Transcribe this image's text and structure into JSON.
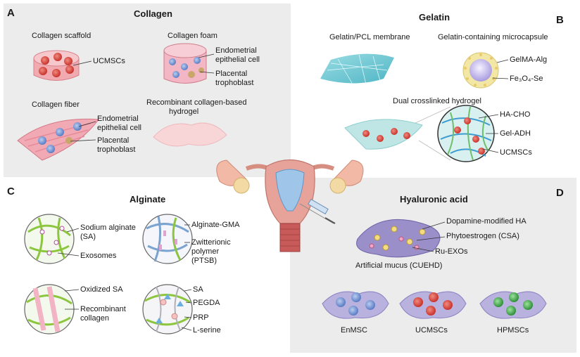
{
  "panel_a": {
    "letter": "A",
    "title": "Collagen",
    "collagen_scaffold": "Collagen scaffold",
    "collagen_foam": "Collagen foam",
    "ucmscs": "UCMSCs",
    "endometrial_epithelial_cell_1": "Endometrial",
    "endometrial_epithelial_cell_2": "epithelial cell",
    "placental_trophoblast_1": "Placental",
    "placental_trophoblast_2": "trophoblast",
    "collagen_fiber": "Collagen fiber",
    "fiber_endometrial_1": "Endometrial",
    "fiber_endometrial_2": "epithelial cell",
    "fiber_placental_1": "Placental",
    "fiber_placental_2": "trophoblast",
    "recombinant_1": "Recombinant collagen-based",
    "recombinant_2": "hydrogel"
  },
  "panel_b": {
    "letter": "B",
    "title": "Gelatin",
    "pcl_membrane": "Gelatin/PCL membrane",
    "microcapsule": "Gelatin-containing microcapsule",
    "gelma_alg": "GelMA-Alg",
    "fe3o4_se": "Fe₃O₄-Se",
    "dual_hydrogel": "Dual crosslinked hydrogel",
    "ha_cho": "HA-CHO",
    "gel_adh": "Gel-ADH",
    "ucmscs": "UCMSCs"
  },
  "panel_c": {
    "letter": "C",
    "title": "Alginate",
    "sodium_alginate_1": "Sodium alginate",
    "sodium_alginate_2": "(SA)",
    "exosomes": "Exosomes",
    "alginate_gma": "Alginate-GMA",
    "zwitterionic_1": "Zwitterionic",
    "zwitterionic_2": "polymer",
    "zwitterionic_3": "(PTSB)",
    "oxidized_sa": "Oxidized SA",
    "recombinant_collagen_1": "Recombinant",
    "recombinant_collagen_2": "collagen",
    "sa": "SA",
    "pegda": "PEGDA",
    "prp": "PRP",
    "l_serine": "L-serine"
  },
  "panel_d": {
    "letter": "D",
    "title": "Hyaluronic acid",
    "dopamine_ha": "Dopamine-modified HA",
    "phytoestrogen": "Phytoestrogen (CSA)",
    "ru_exos": "Ru-EXOs",
    "artificial_mucus": "Artificial mucus (CUEHD)",
    "enmsc": "EnMSC",
    "ucmscs": "UCMSCs",
    "hpmscs": "HPMSCs"
  },
  "colors": {
    "panel_bg": "#ececec",
    "collagen_pink": "#f2b8bd",
    "cell_red": "#d9443a",
    "cell_blue": "#7d9bd6",
    "alginate_green": "#8cc63f",
    "membrane_teal": "#7ccfd8",
    "ha_purple": "#9a8fc9",
    "uterus_pink": "#e7a39a",
    "cell_green": "#4caf50"
  }
}
